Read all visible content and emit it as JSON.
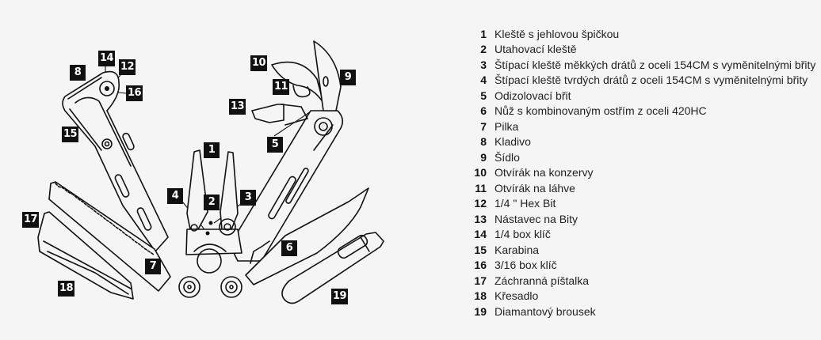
{
  "diagram": {
    "subject": "multitool",
    "callouts": [
      {
        "id": "1",
        "label": "1"
      },
      {
        "id": "2",
        "label": "2"
      },
      {
        "id": "3",
        "label": "3"
      },
      {
        "id": "4",
        "label": "4"
      },
      {
        "id": "5",
        "label": "5"
      },
      {
        "id": "6",
        "label": "6"
      },
      {
        "id": "7",
        "label": "7"
      },
      {
        "id": "8",
        "label": "8"
      },
      {
        "id": "9",
        "label": "9"
      },
      {
        "id": "10",
        "label": "10"
      },
      {
        "id": "11",
        "label": "11"
      },
      {
        "id": "12",
        "label": "12"
      },
      {
        "id": "13",
        "label": "13"
      },
      {
        "id": "14",
        "label": "14"
      },
      {
        "id": "15",
        "label": "15"
      },
      {
        "id": "16",
        "label": "16"
      },
      {
        "id": "17",
        "label": "17"
      },
      {
        "id": "18",
        "label": "18"
      },
      {
        "id": "19",
        "label": "19"
      }
    ]
  },
  "legend": {
    "items": [
      {
        "num": "1",
        "text": "Kleště s jehlovou špičkou"
      },
      {
        "num": "2",
        "text": "Utahovací kleště"
      },
      {
        "num": "3",
        "text": "Štípací kleště měkkých drátů z oceli 154CM s vyměnitelnými břity"
      },
      {
        "num": "4",
        "text": "Štípací kleště tvrdých drátů z oceli 154CM s vyměnitelnými břity"
      },
      {
        "num": "5",
        "text": "Odizolovací břit"
      },
      {
        "num": "6",
        "text": "Nůž s kombinovaným ostřím z oceli 420HC"
      },
      {
        "num": "7",
        "text": "Pilka"
      },
      {
        "num": "8",
        "text": "Kladivo"
      },
      {
        "num": "9",
        "text": "Šídlo"
      },
      {
        "num": "10",
        "text": "Otvírák na konzervy"
      },
      {
        "num": "11",
        "text": "Otvírák na láhve"
      },
      {
        "num": "12",
        "text": "1/4 \" Hex Bit"
      },
      {
        "num": "13",
        "text": "Nástavec na Bity"
      },
      {
        "num": "14",
        "text": "1/4 box klíč"
      },
      {
        "num": "15",
        "text": "Karabina"
      },
      {
        "num": "16",
        "text": "3/16 box klíč"
      },
      {
        "num": "17",
        "text": "Záchranná píštalka"
      },
      {
        "num": "18",
        "text": "Křesadlo"
      },
      {
        "num": "19",
        "text": "Diamantový brousek"
      }
    ]
  }
}
